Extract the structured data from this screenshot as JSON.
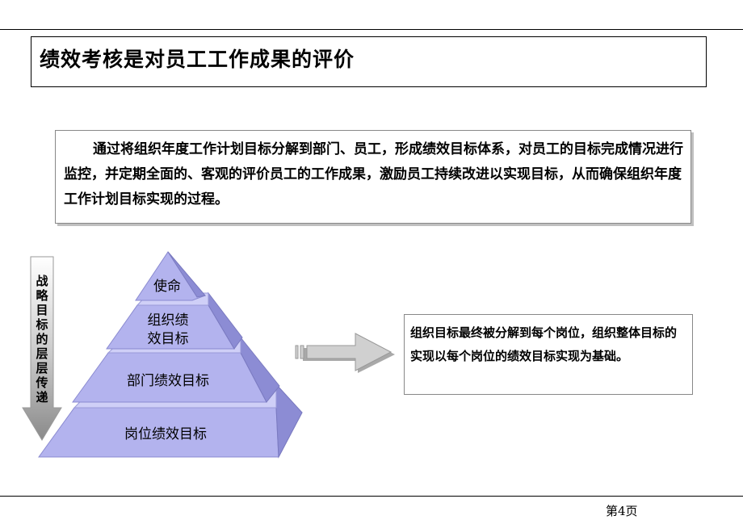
{
  "slide": {
    "title": "绩效考核是对员工工作成果的评价",
    "intro": "通过将组织年度工作计划目标分解到部门、员工，形成绩效目标体系，对员工的目标完成情况进行监控，并定期全面的、客观的评价员工的工作成果，激励员工持续改进以实现目标，从而确保组织年度工作计划目标实现的过程。",
    "side_arrow_chars": [
      "战",
      "略",
      "目",
      "标",
      "的",
      "层",
      "层",
      "传",
      "递"
    ],
    "pyramid": {
      "level1": "使命",
      "level2_line1": "组织绩",
      "level2_line2": "效目标",
      "level3": "部门绩效目标",
      "level4": "岗位绩效目标"
    },
    "note": "组织目标最终被分解到每个岗位，组织整体目标的实现以每个岗位的绩效目标实现为基础。",
    "footer": "第4页"
  },
  "colors": {
    "pyramid_front": "#b3b3ee",
    "pyramid_side": "#8c8cd4",
    "pyramid_top": "#cfcff7",
    "arrow_fill": "#d0d0d0",
    "arrow_shadow": "#a9a9a9"
  }
}
